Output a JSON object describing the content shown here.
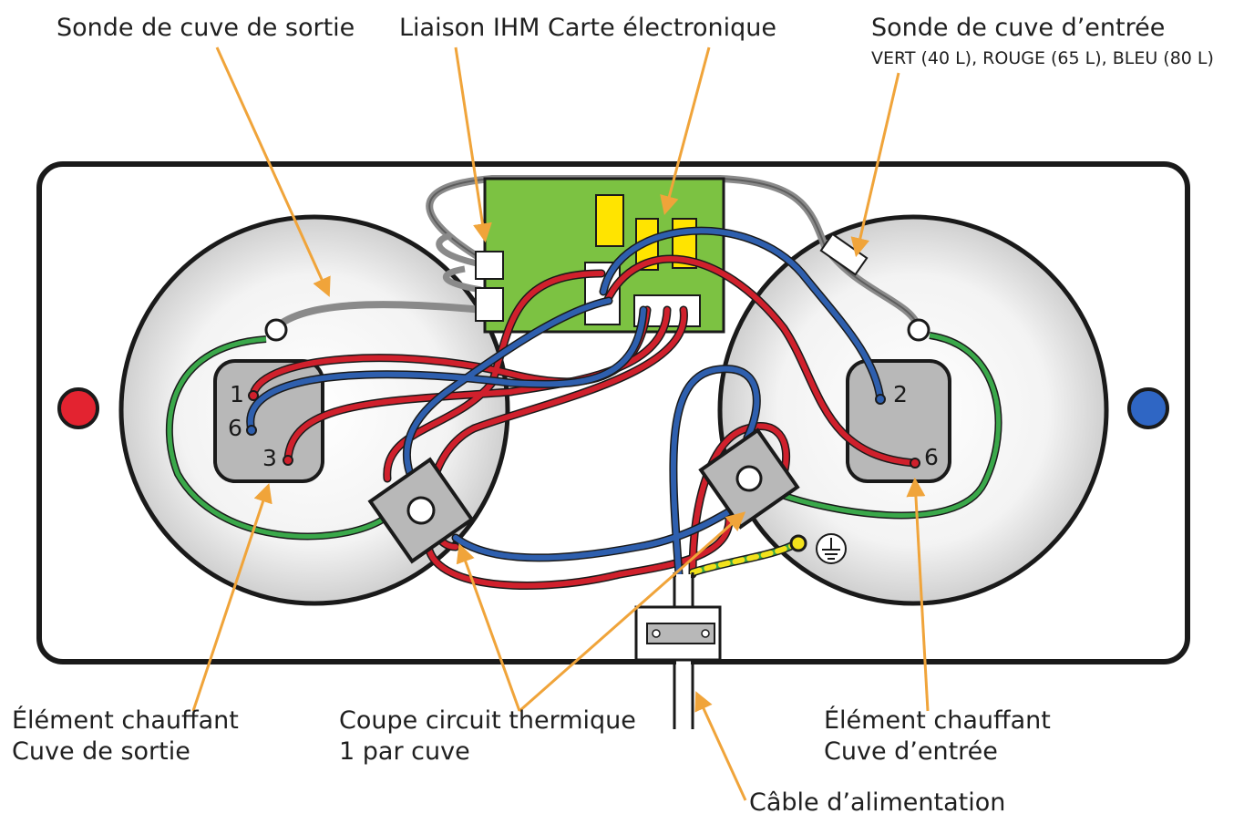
{
  "labels": {
    "outlet_probe": "Sonde de cuve de sortie",
    "hmi_link": "Liaison IHM Carte électronique",
    "inlet_probe": "Sonde de cuve d’entrée",
    "inlet_probe_colors": "VERT (40 L), ROUGE (65 L), BLEU (80 L)",
    "outlet_element_line1": "Élément chauffant",
    "outlet_element_line2": "Cuve de sortie",
    "thermal_cutout_line1": "Coupe circuit thermique",
    "thermal_cutout_line2": "1 par cuve",
    "inlet_element_line1": "Élément chauffant",
    "inlet_element_line2": "Cuve d’entrée",
    "power_cable": "Câble d’alimentation"
  },
  "terminals": {
    "left_1": "1",
    "left_6": "6",
    "left_3": "3",
    "right_2": "2",
    "right_6": "6"
  },
  "colors": {
    "arrow": "#f0a43a",
    "red_wire": "#d0202c",
    "blue_wire": "#2e5fae",
    "green_wire": "#3aa84a",
    "grey_wire": "#8a8a8a",
    "pcb": "#7cc242",
    "hot_indicator": "#e32330",
    "cold_indicator": "#2f66c4"
  }
}
